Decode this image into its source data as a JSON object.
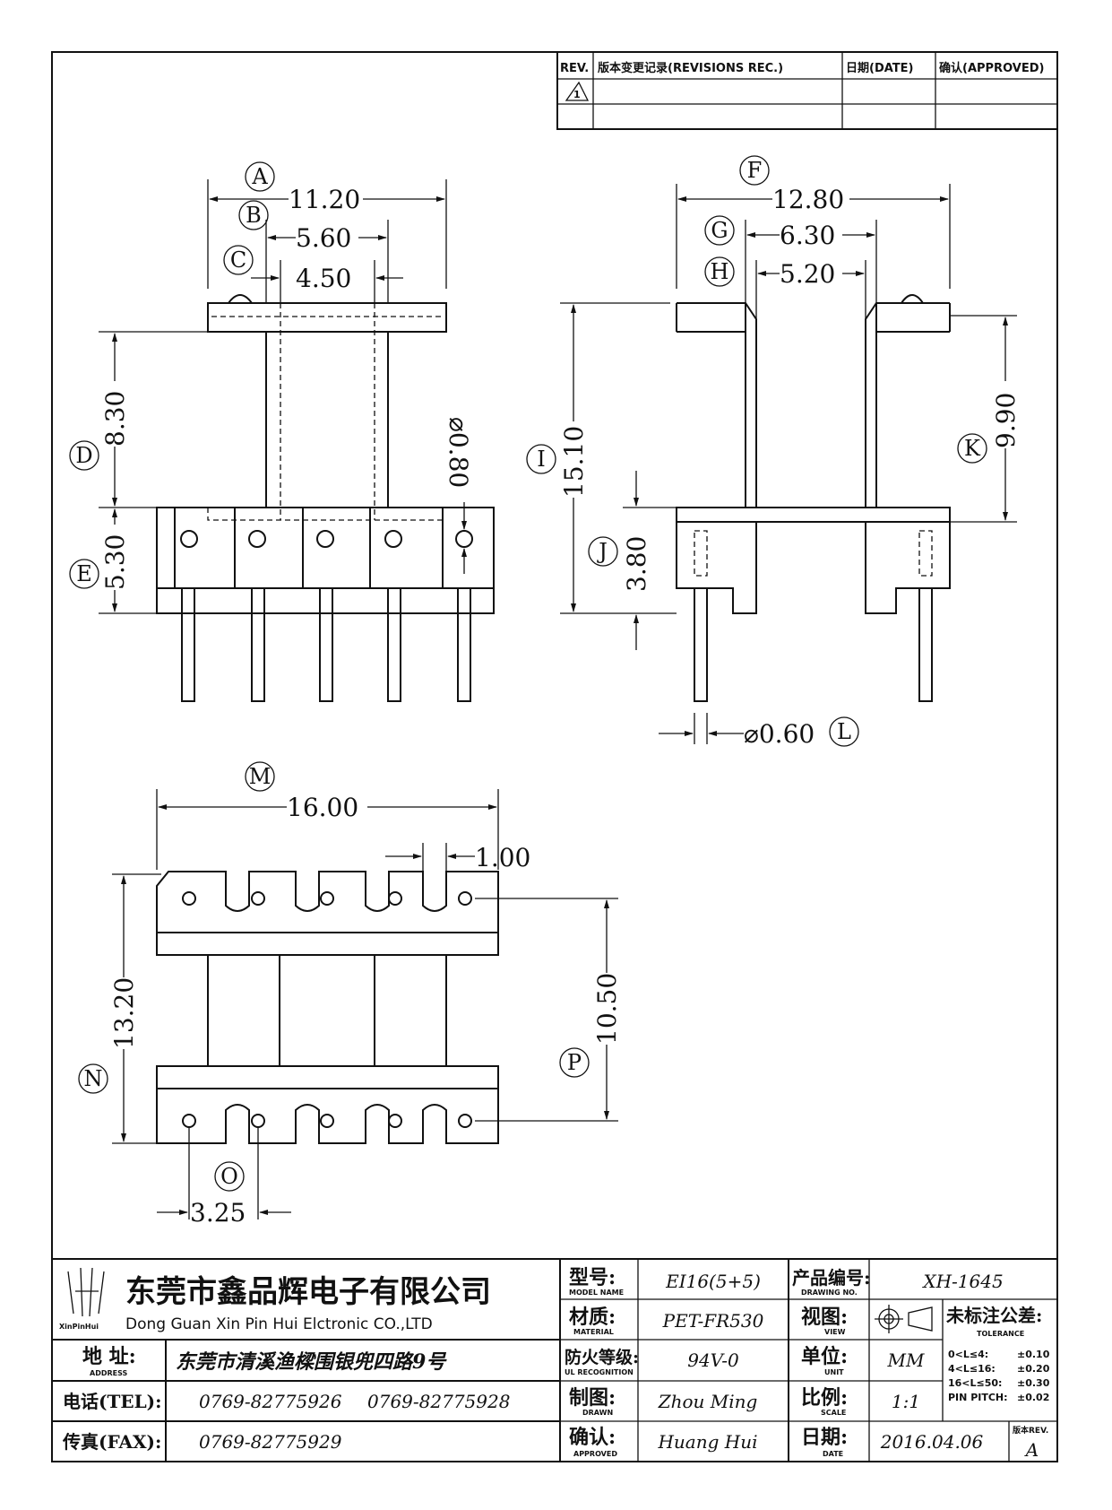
{
  "revision_table": {
    "headers": [
      "REV.",
      "版本变更记录(REVISIONS REC.)",
      "日期(DATE)",
      "确认(APPROVED)"
    ],
    "rev_mark": "1"
  },
  "front_view": {
    "dim_A": "11.20",
    "label_A": "A",
    "dim_B": "5.60",
    "label_B": "B",
    "dim_C": "4.50",
    "label_C": "C",
    "dim_D": "8.30",
    "label_D": "D",
    "dim_E": "5.30",
    "label_E": "E",
    "dim_pin_hole": "⌀0.80"
  },
  "side_view": {
    "dim_F": "12.80",
    "label_F": "F",
    "dim_G": "6.30",
    "label_G": "G",
    "dim_H": "5.20",
    "label_H": "H",
    "dim_I": "15.10",
    "label_I": "I",
    "dim_J": "3.80",
    "label_J": "J",
    "dim_K": "9.90",
    "label_K": "K",
    "dim_L": "⌀0.60",
    "label_L": "L"
  },
  "bottom_view": {
    "dim_M": "16.00",
    "label_M": "M",
    "dim_slot": "1.00",
    "dim_N": "13.20",
    "label_N": "N",
    "dim_P": "10.50",
    "label_P": "P",
    "dim_O": "3.25",
    "label_O": "O"
  },
  "title_block": {
    "company_cn": "东莞市鑫品辉电子有限公司",
    "company_en": "Dong Guan Xin Pin Hui Elctronic CO.,LTD",
    "logo_text": "XinPinHui",
    "address_label": "地  址:",
    "address_label_en": "ADDRESS",
    "address": "东莞市清溪渔樑围银兜四路9号",
    "tel_label": "电话(TEL):",
    "tel1": "0769-82775926",
    "tel2": "0769-82775928",
    "fax_label": "传真(FAX):",
    "fax": "0769-82775929",
    "model_label": "型号:",
    "model_label_en": "MODEL NAME",
    "model": "EI16(5+5)",
    "material_label": "材质:",
    "material_label_en": "MATERIAL",
    "material": "PET-FR530",
    "flame_label": "防火等级:",
    "flame_label_en": "UL RECOGNITION",
    "flame": "94V-0",
    "drawn_label": "制图:",
    "drawn_label_en": "DRAWN",
    "drawn": "Zhou Ming",
    "approved_label": "确认:",
    "approved_label_en": "APPROVED",
    "approved": "Huang Hui",
    "drawing_no_label": "产品编号:",
    "drawing_no_label_en": "DRAWING NO.",
    "drawing_no": "XH-1645",
    "view_label": "视图:",
    "view_label_en": "VIEW",
    "unit_label": "单位:",
    "unit_label_en": "UNIT",
    "unit": "MM",
    "scale_label": "比例:",
    "scale_label_en": "SCALE",
    "scale": "1:1",
    "date_label": "日期:",
    "date_label_en": "DATE",
    "date": "2016.04.06",
    "tolerance_label": "未标注公差:",
    "tolerance_label_en": "TOLERANCE",
    "tolerances": [
      {
        "range": "0<L≤4:",
        "value": "±0.10"
      },
      {
        "range": "4<L≤16:",
        "value": "±0.20"
      },
      {
        "range": "16<L≤50:",
        "value": "±0.30"
      },
      {
        "range": "PIN PITCH:",
        "value": "±0.02"
      }
    ],
    "rev_label": "版本REV.",
    "rev": "A"
  }
}
